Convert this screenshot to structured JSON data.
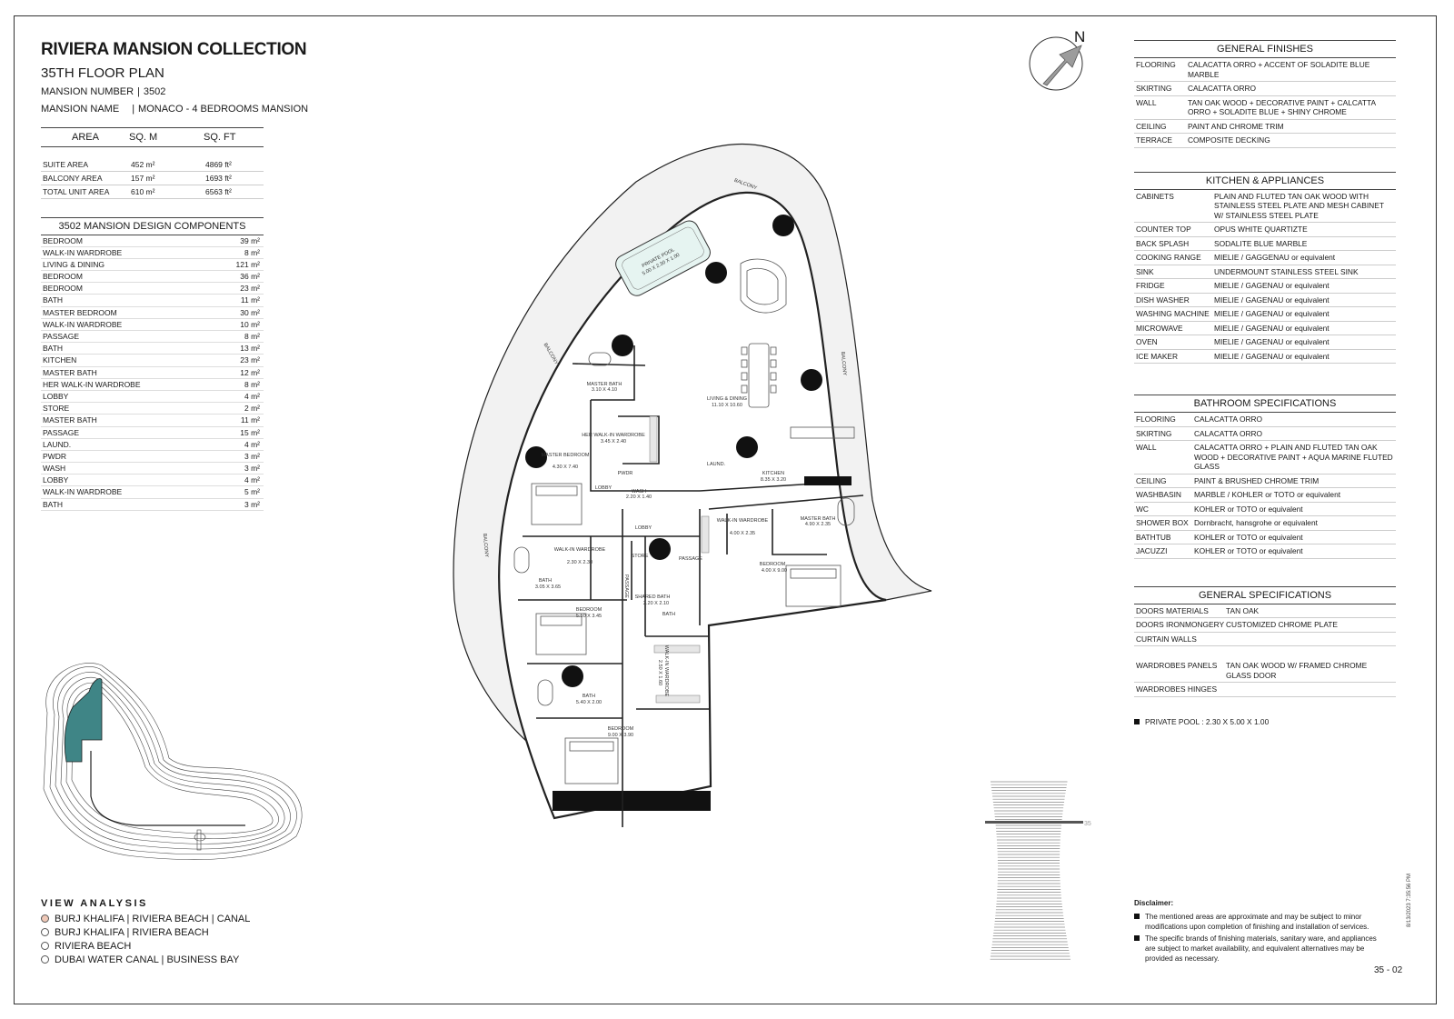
{
  "header": {
    "title": "RIVIERA MANSION COLLECTION",
    "subtitle": "35TH FLOOR PLAN",
    "mansion_number_label": "MANSION NUMBER",
    "mansion_number": "3502",
    "mansion_name_label": "MANSION NAME",
    "mansion_name": "MONACO - 4 BEDROOMS MANSION"
  },
  "area_table": {
    "headers": [
      "AREA",
      "SQ. M",
      "SQ. FT"
    ],
    "rows": [
      {
        "label": "SUITE AREA",
        "sqm": "452 m²",
        "sqft": "4869 ft²"
      },
      {
        "label": "BALCONY AREA",
        "sqm": "157 m²",
        "sqft": "1693 ft²"
      },
      {
        "label": "TOTAL UNIT AREA",
        "sqm": "610 m²",
        "sqft": "6563 ft²"
      }
    ]
  },
  "components": {
    "title": "3502 MANSION DESIGN COMPONENTS",
    "items": [
      {
        "name": "BEDROOM",
        "area": "39 m²"
      },
      {
        "name": "WALK-IN WARDROBE",
        "area": "8 m²"
      },
      {
        "name": "LIVING & DINING",
        "area": "121 m²"
      },
      {
        "name": "BEDROOM",
        "area": "36 m²"
      },
      {
        "name": "BEDROOM",
        "area": "23 m²"
      },
      {
        "name": "BATH",
        "area": "11 m²"
      },
      {
        "name": "MASTER BEDROOM",
        "area": "30 m²"
      },
      {
        "name": "WALK-IN WARDROBE",
        "area": "10 m²"
      },
      {
        "name": "PASSAGE",
        "area": "8 m²"
      },
      {
        "name": "BATH",
        "area": "13 m²"
      },
      {
        "name": "KITCHEN",
        "area": "23 m²"
      },
      {
        "name": "MASTER BATH",
        "area": "12 m²"
      },
      {
        "name": "HER WALK-IN WARDROBE",
        "area": "8 m²"
      },
      {
        "name": "LOBBY",
        "area": "4 m²"
      },
      {
        "name": "STORE",
        "area": "2 m²"
      },
      {
        "name": "MASTER BATH",
        "area": "11 m²"
      },
      {
        "name": "PASSAGE",
        "area": "15 m²"
      },
      {
        "name": "LAUND.",
        "area": "4 m²"
      },
      {
        "name": "PWDR",
        "area": "3 m²"
      },
      {
        "name": "WASH",
        "area": "3 m²"
      },
      {
        "name": "LOBBY",
        "area": "4 m²"
      },
      {
        "name": "WALK-IN WARDROBE",
        "area": "5 m²"
      },
      {
        "name": "BATH",
        "area": "3 m²"
      }
    ]
  },
  "view_analysis": {
    "title": "VIEW ANALYSIS",
    "items": [
      {
        "label": "BURJ KHALIFA | RIVIERA BEACH | CANAL",
        "active": true
      },
      {
        "label": "BURJ KHALIFA | RIVIERA BEACH",
        "active": false
      },
      {
        "label": "RIVIERA BEACH",
        "active": false
      },
      {
        "label": "DUBAI WATER CANAL | BUSINESS BAY",
        "active": false
      }
    ]
  },
  "compass": {
    "label": "N",
    "icon": "north-arrow-icon"
  },
  "plan_labels": {
    "balcony_top": "BALCONY",
    "balcony_left": "BALCONY",
    "balcony_right": "BALCONY",
    "balcony_inner": "BALCONY",
    "pool": "PRIVATE POOL",
    "pool_dims": "5.00 X 2.30 X 1.00",
    "living": "LIVING & DINING",
    "living_dims": "11.10 X 10.60",
    "master_bath_1": "MASTER BATH",
    "master_bath_1_dims": "3.10 X 4.10",
    "her_wardrobe": "HER WALK-IN WARDROBE",
    "her_wardrobe_dims": "3.45 X 2.40",
    "master_bedroom": "MASTER BEDROOM",
    "master_bedroom_dims": "4.30 X 7.40",
    "lobby_1": "LOBBY",
    "pwdr": "PWDR",
    "wash": "WASH",
    "wash_dims": "2.20 X 1.40",
    "laund": "LAUND.",
    "kitchen": "KITCHEN",
    "kitchen_dims": "8.35 X 3.20",
    "walkin_1": "WALK-IN WARDROBE",
    "walkin_1_dims": "2.30 X 2.30",
    "walkin_2": "WALK-IN WARDROBE",
    "walkin_2_dims": "4.00 X 2.35",
    "master_bath_2": "MASTER BATH",
    "master_bath_2_dims": "4.90 X 2.35",
    "lobby_2": "LOBBY",
    "store": "STORE",
    "passage_1": "PASSAGE",
    "passage_2": "PASSAGE",
    "bath_1": "BATH",
    "bath_1_dims": "3.05 X 3.65",
    "bedroom_1": "BEDROOM",
    "bedroom_1_dims": "5.50 X 3.45",
    "bedroom_2": "BEDROOM",
    "bedroom_2_dims": "4.00 X 9.00",
    "shared_bath": "SHARED BATH",
    "shared_bath_dims": "2.20 X 2.10",
    "bath_2": "BATH",
    "bath_3": "BATH",
    "bath_3_dims": "5.40 X 2.00",
    "walkin_3": "WALK-IN WARDROBE",
    "walkin_3_dims": "2.50 X 1.60",
    "bedroom_3": "BEDROOM",
    "bedroom_3_dims": "9.00 X 3.90"
  },
  "elevation": {
    "floor_marker": "35"
  },
  "general_finishes": {
    "title": "GENERAL FINISHES",
    "rows": [
      {
        "label": "FLOORING",
        "value": "CALACATTA ORRO + ACCENT OF SOLADITE BLUE MARBLE"
      },
      {
        "label": "SKIRTING",
        "value": "CALACATTA ORRO"
      },
      {
        "label": "WALL",
        "value": "TAN OAK WOOD + DECORATIVE PAINT + CALCATTA ORRO + SOLADITE BLUE + SHINY CHROME"
      },
      {
        "label": "CEILING",
        "value": "PAINT AND CHROME TRIM"
      },
      {
        "label": "TERRACE",
        "value": "COMPOSITE DECKING"
      }
    ]
  },
  "kitchen_appliances": {
    "title": "KITCHEN & APPLIANCES",
    "rows": [
      {
        "label": "CABINETS",
        "value": "PLAIN AND FLUTED TAN OAK WOOD WITH STAINLESS STEEL PLATE AND MESH CABINET W/ STAINLESS STEEL PLATE"
      },
      {
        "label": "COUNTER TOP",
        "value": "OPUS WHITE QUARTIZTE"
      },
      {
        "label": "BACK SPLASH",
        "value": "SODALITE BLUE MARBLE"
      },
      {
        "label": "COOKING RANGE",
        "value": "MIELIE / GAGGENAU or equivalent"
      },
      {
        "label": "SINK",
        "value": "UNDERMOUNT STAINLESS STEEL SINK"
      },
      {
        "label": "FRIDGE",
        "value": "MIELIE / GAGENAU or equivalent"
      },
      {
        "label": "DISH WASHER",
        "value": "MIELIE / GAGENAU or equivalent"
      },
      {
        "label": "WASHING MACHINE",
        "value": "MIELIE / GAGENAU or equivalent"
      },
      {
        "label": "MICROWAVE",
        "value": "MIELIE / GAGENAU or equivalent"
      },
      {
        "label": "OVEN",
        "value": "MIELIE / GAGENAU or equivalent"
      },
      {
        "label": "ICE MAKER",
        "value": "MIELIE / GAGENAU or equivalent"
      }
    ]
  },
  "bathroom_specs": {
    "title": "BATHROOM SPECIFICATIONS",
    "rows": [
      {
        "label": "FLOORING",
        "value": "CALACATTA ORRO"
      },
      {
        "label": "SKIRTING",
        "value": "CALACATTA ORRO"
      },
      {
        "label": "WALL",
        "value": "CALACATTA ORRO + PLAIN AND FLUTED TAN OAK WOOD + DECORATIVE PAINT + AQUA MARINE FLUTED GLASS"
      },
      {
        "label": "CEILING",
        "value": "PAINT & BRUSHED CHROME TRIM"
      },
      {
        "label": "WASHBASIN",
        "value": "MARBLE / KOHLER or TOTO or equivalent"
      },
      {
        "label": "WC",
        "value": "KOHLER or TOTO or equivalent"
      },
      {
        "label": "SHOWER BOX",
        "value": "Dornbracht, hansgrohe or equivalent"
      },
      {
        "label": "BATHTUB",
        "value": "KOHLER or TOTO or equivalent"
      },
      {
        "label": "JACUZZI",
        "value": "KOHLER or TOTO or equivalent"
      }
    ]
  },
  "general_specs": {
    "title": "GENERAL SPECIFICATIONS",
    "rows": [
      {
        "label": "DOORS MATERIALS",
        "value": "TAN OAK"
      },
      {
        "label": "DOORS IRONMONGERY",
        "value": "CUSTOMIZED CHROME PLATE"
      },
      {
        "label": "CURTAIN WALLS",
        "value": ""
      },
      {
        "label": "WARDROBES PANELS",
        "value": "TAN OAK WOOD W/ FRAMED CHROME GLASS DOOR"
      },
      {
        "label": "WARDROBES HINGES",
        "value": ""
      }
    ]
  },
  "pool_note": "PRIVATE POOL :  2.30 X 5.00 X 1.00",
  "disclaimer": {
    "title": "Disclaimer:",
    "items": [
      "The mentioned areas are approximate and may be subject to minor modifications  upon completion of finishing and installation of services.",
      "The specific brands of finishing materials, sanitary ware, and appliances are subject to market availability, and equivalent alternatives may be provided as necessary."
    ]
  },
  "page_number": "35 - 02",
  "timestamp": "8/13/2023 7:35:56 PM",
  "colors": {
    "key_plan_highlight": "#3f8586",
    "view_active": "#f0c9b8",
    "pool_fill": "#e6f4f1"
  }
}
